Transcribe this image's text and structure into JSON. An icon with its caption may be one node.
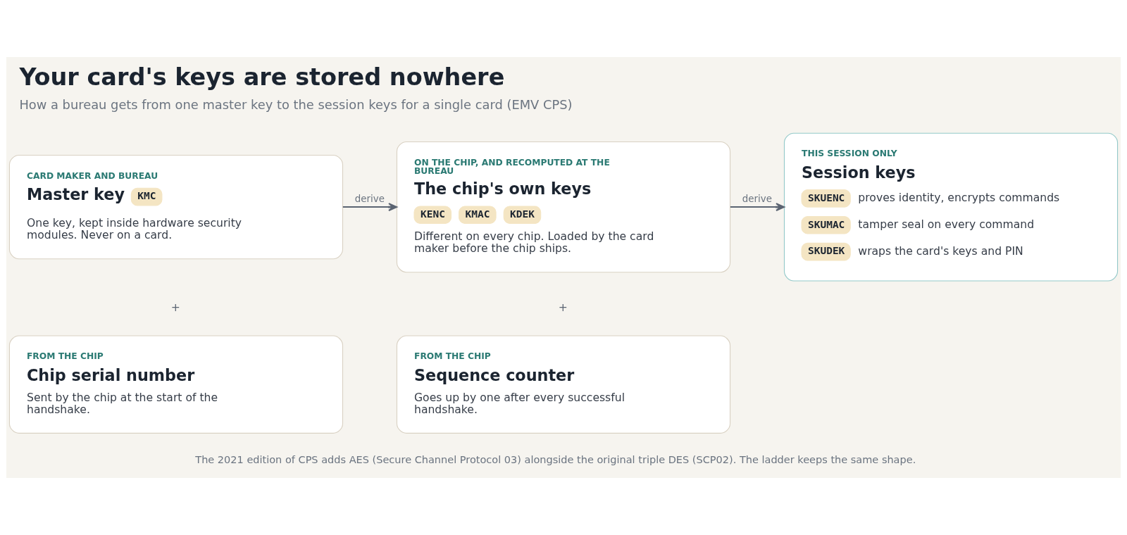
{
  "diagram": {
    "title": "Your card's keys are stored nowhere",
    "caption": "How a bureau gets from one master key to the session keys for a single card (EMV CPS)",
    "nodes": [
      {
        "text": [
          "CARD MAKER AND BUREAU",
          "Master key",
          "KMC",
          "One key, kept inside hardware security modules. Never on a card."
        ]
      },
      {
        "text": [
          "FROM THE CHIP",
          "Chip serial number",
          "Sent by the chip at the start of the handshake."
        ]
      },
      {
        "text": [
          "ON THE CHIP, AND RECOMPUTED AT THE BUREAU",
          "The chip's own keys",
          "KENC",
          "KMAC",
          "KDEK",
          "Different on every chip. Loaded by the card maker before the chip ships."
        ]
      },
      {
        "text": [
          "FROM THE CHIP",
          "Sequence counter",
          "Goes up by one after every successful handshake."
        ]
      },
      {
        "text": [
          "THIS SESSION ONLY",
          "Session keys",
          "SKUENC",
          "proves identity, encrypts commands",
          "SKUMAC",
          "tamper seal on every command",
          "SKUDEK",
          "wraps the card's keys and PIN"
        ]
      }
    ],
    "edges": [
      {
        "from": 0,
        "to": 2,
        "arrow": "to",
        "label": "derive"
      },
      {
        "from": 2,
        "to": 4,
        "arrow": "to",
        "label": "derive"
      }
    ],
    "labels": [
      "+",
      "+",
      "The 2021 edition of CPS adds AES (Secure Channel Protocol 03) alongside the original triple DES (SCP02). The ladder keeps the same shape."
    ]
  }
}
